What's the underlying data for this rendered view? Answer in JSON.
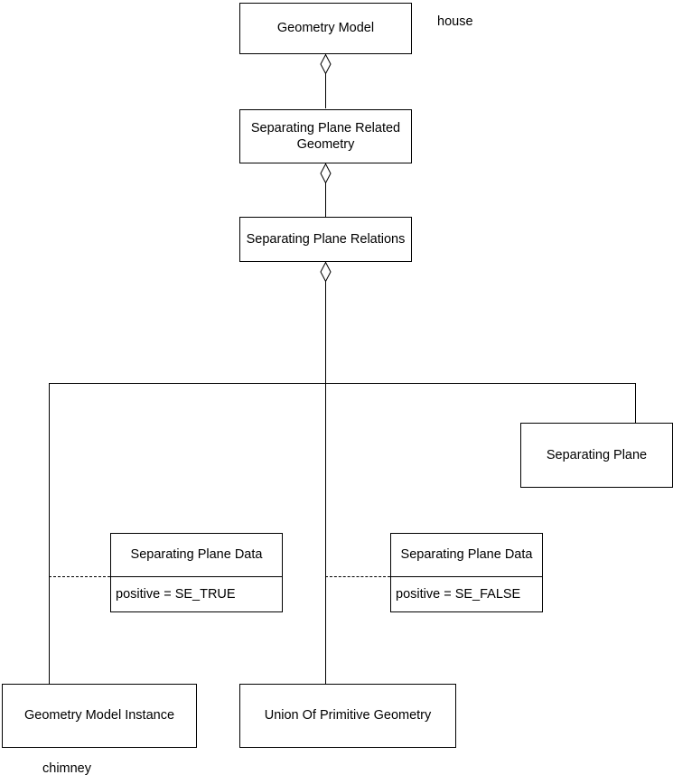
{
  "diagram": {
    "type": "uml-aggregation-hierarchy",
    "background": "#ffffff",
    "line_color": "#000000",
    "annotations": {
      "top_right": "house",
      "bottom_left": "chimney"
    },
    "nodes": {
      "geometry_model": "Geometry Model",
      "separating_plane_related_geometry": "Separating Plane Related Geometry",
      "separating_plane_relations": "Separating Plane Relations",
      "separating_plane": "Separating Plane",
      "geometry_model_instance": "Geometry Model Instance",
      "union_of_primitive_geometry": "Union Of Primitive Geometry",
      "separating_plane_data_true": {
        "name": "Separating Plane Data",
        "attribute": "positive = SE_TRUE"
      },
      "separating_plane_data_false": {
        "name": "Separating Plane Data",
        "attribute": "positive = SE_FALSE"
      }
    },
    "relations": [
      {
        "from": "Geometry Model",
        "to": "Separating Plane Related Geometry",
        "kind": "aggregation"
      },
      {
        "from": "Separating Plane Related Geometry",
        "to": "Separating Plane Relations",
        "kind": "aggregation"
      },
      {
        "from": "Separating Plane Relations",
        "to": "Geometry Model Instance",
        "kind": "aggregation"
      },
      {
        "from": "Separating Plane Relations",
        "to": "Union Of Primitive Geometry",
        "kind": "aggregation"
      },
      {
        "from": "Separating Plane Relations",
        "to": "Separating Plane",
        "kind": "aggregation"
      },
      {
        "from": "Separating Plane Data (positive = SE_TRUE)",
        "to": "Geometry Model Instance branch",
        "kind": "note-link"
      },
      {
        "from": "Separating Plane Data (positive = SE_FALSE)",
        "to": "Union Of Primitive Geometry branch",
        "kind": "note-link"
      }
    ]
  }
}
